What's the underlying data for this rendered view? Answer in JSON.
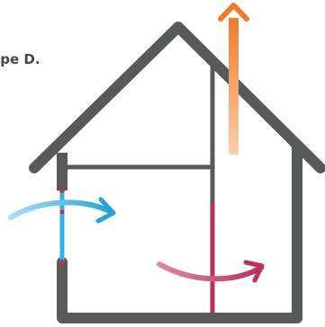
{
  "caption": "Type D.",
  "colors": {
    "house_outline": "#58595b",
    "supply_air": "#3ab0e0",
    "extract_air": "#b7325a",
    "exhaust_air": "#f08a3c",
    "exhaust_fade": "#f7c39a"
  },
  "icons": {
    "inlet_arrow": "curved-arrow-right",
    "interior_arrow": "curved-arrow-right",
    "exhaust_arrow": "arrow-up"
  }
}
